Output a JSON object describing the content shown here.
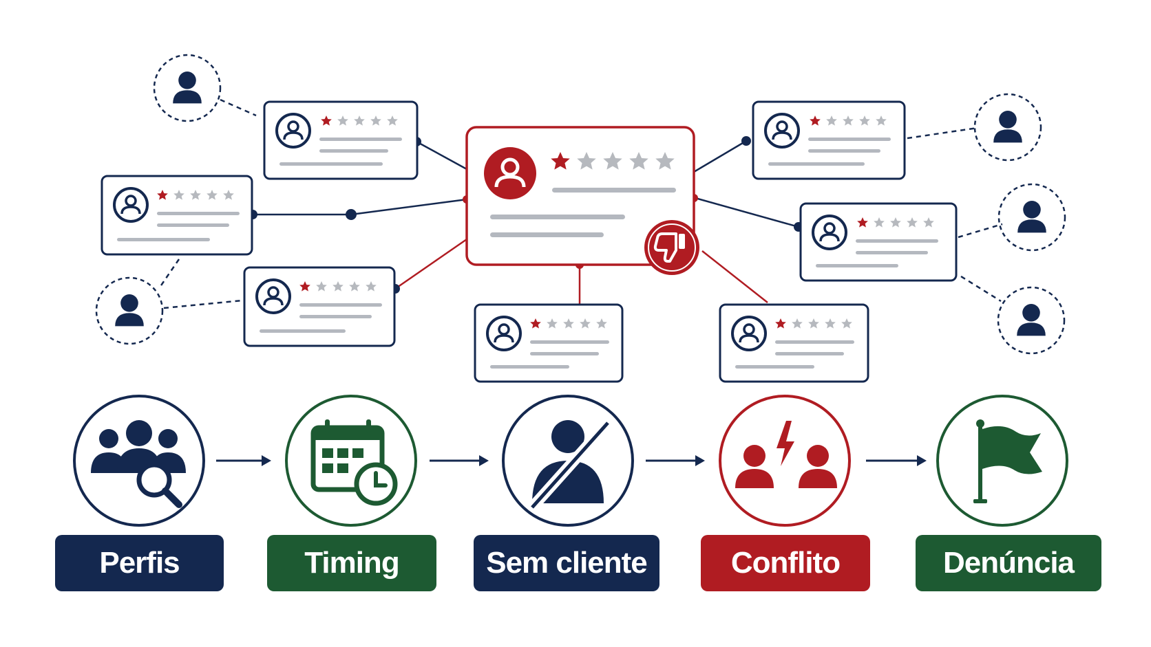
{
  "colors": {
    "navy": "#14284f",
    "red": "#b01c22",
    "green": "#1d5a32",
    "gray": "#b4b8bf",
    "star_gray": "#b6b9be"
  },
  "reviews": {
    "central": {
      "stars": 1,
      "max_stars": 5,
      "flag_icon": "thumbs-down-icon"
    },
    "satellite_star_rating": 1,
    "satellite_max_stars": 5
  },
  "steps": [
    {
      "label": "Perfis",
      "color": "navy",
      "icon": "group-search-icon"
    },
    {
      "label": "Timing",
      "color": "green",
      "icon": "calendar-clock-icon"
    },
    {
      "label": "Sem cliente",
      "color": "navy",
      "icon": "no-user-icon"
    },
    {
      "label": "Conflito",
      "color": "red",
      "icon": "conflict-icon"
    },
    {
      "label": "Denúncia",
      "color": "green",
      "icon": "flag-icon"
    }
  ]
}
